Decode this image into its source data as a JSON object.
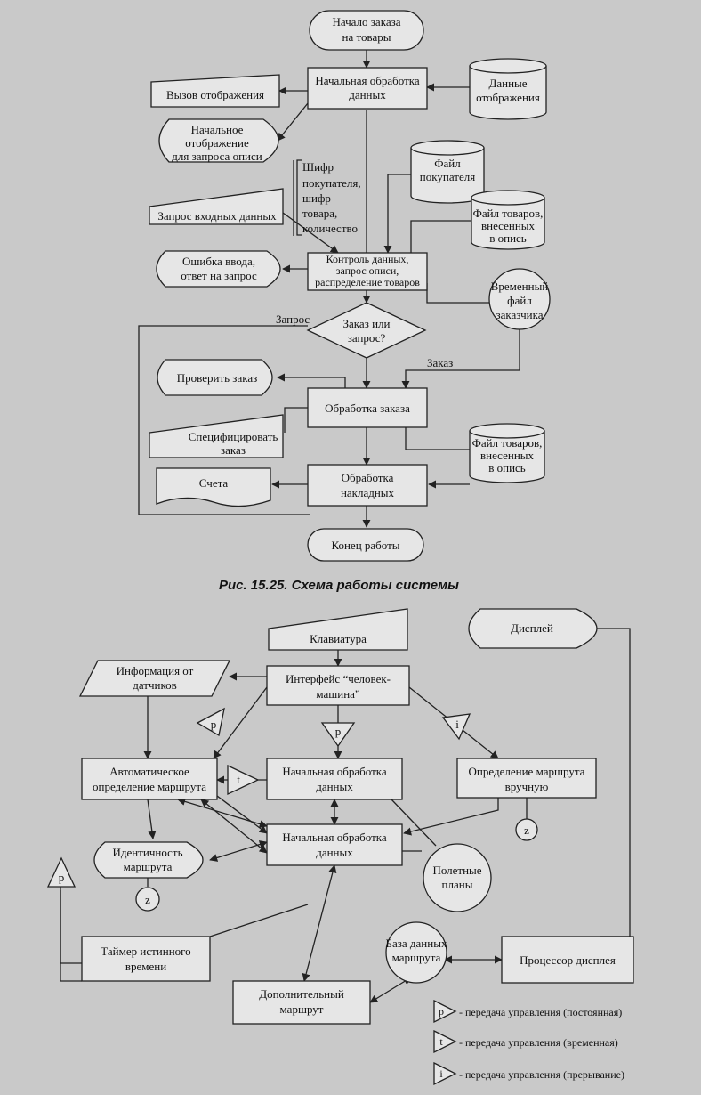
{
  "top": {
    "start": [
      "Начало заказа",
      "на товары"
    ],
    "initial_processing": [
      "Начальная обработка",
      "данных"
    ],
    "display_call": "Вызов отображения",
    "display_data": [
      "Данные",
      "отображения"
    ],
    "initial_display": [
      "Начальное",
      "отображение",
      "для запроса описи"
    ],
    "buyer_file": [
      "Файл",
      "покупателя"
    ],
    "codes_note": [
      "Шифр",
      "покупателя,",
      "шифр",
      "товара,",
      "количество"
    ],
    "input_request": "Запрос входных данных",
    "goods_file_1": [
      "Файл товаров,",
      "внесенных",
      "в опись"
    ],
    "input_error": [
      "Ошибка ввода,",
      "ответ на запрос"
    ],
    "control": [
      "Контроль данных,",
      "запрос описи,",
      "распределение товаров"
    ],
    "temp_file": [
      "Временный",
      "файл",
      "заказчика"
    ],
    "decision": [
      "Заказ или",
      "запрос?"
    ],
    "label_request": "Запрос",
    "label_order": "Заказ",
    "check_order": "Проверить заказ",
    "order_processing": "Обработка заказа",
    "specify_order": [
      "Специфицировать",
      "заказ"
    ],
    "goods_file_2": [
      "Файл товаров,",
      "внесенных",
      "в опись"
    ],
    "invoices": "Счета",
    "waybill_processing": [
      "Обработка",
      "накладных"
    ],
    "end": "Конец работы",
    "caption": "Рис. 15.25. Схема работы системы"
  },
  "bottom": {
    "keyboard": "Клавиатура",
    "display": "Дисплей",
    "sensor_info": [
      "Информация от",
      "датчиков"
    ],
    "hmi": [
      "Интерфейс “человек-",
      "машина”"
    ],
    "auto_route": [
      "Автоматическое",
      "определение маршрута"
    ],
    "initial_processing_1": [
      "Начальная обработка",
      "данных"
    ],
    "manual_route": [
      "Определение маршрута",
      "вручную"
    ],
    "route_identity": [
      "Идентичность",
      "маршрута"
    ],
    "initial_processing_2": [
      "Начальная обработка",
      "данных"
    ],
    "flight_plans": [
      "Полетные",
      "планы"
    ],
    "timer": [
      "Таймер истинного",
      "времени"
    ],
    "route_db": [
      "База данных",
      "маршрута"
    ],
    "display_processor": "Процессор  дисплея",
    "extra_route": [
      "Дополнительный",
      "маршрут"
    ],
    "flag_p": "p",
    "flag_t": "t",
    "flag_i": "i",
    "terminator_z": "z",
    "legend": [
      {
        "symbol": "p",
        "text": "- передача управления (постоянная)"
      },
      {
        "symbol": "t",
        "text": "- передача управления (временная)"
      },
      {
        "symbol": "i",
        "text": "- передача управления (прерывание)"
      }
    ]
  }
}
